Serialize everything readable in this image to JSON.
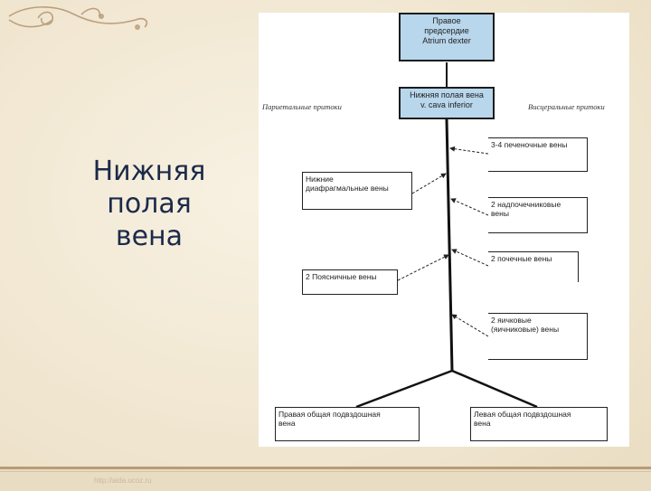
{
  "slide": {
    "title_lines": [
      "Нижняя",
      "полая",
      "вена"
    ],
    "footer_url": "http://aida.ucoz.ru"
  },
  "colors": {
    "background": "#f4ecda",
    "title": "#1b2a4a",
    "node_highlight": "#b8d6ec",
    "bottom_band": "#b89c78"
  },
  "diagram": {
    "top_node": "Правое предсердие Atrium dexter",
    "top_node_lines": [
      "Правое",
      "предсердие",
      "Atrium dexter"
    ],
    "ivc_node_lines": [
      "Нижняя полая вена",
      "v. cava inferior"
    ],
    "left_group_label": "Париетальные притоки",
    "right_group_label": "Висцеральные притоки",
    "left_nodes": [
      {
        "lines": [
          "Нижние",
          "диафрагмальные вены"
        ]
      },
      {
        "lines": [
          "2 Поясничные вены"
        ]
      }
    ],
    "right_nodes": [
      {
        "lines": [
          "3-4 печеночные вены"
        ]
      },
      {
        "lines": [
          "2 надпочечниковые",
          "вены"
        ]
      },
      {
        "lines": [
          "2 почечные вены"
        ]
      },
      {
        "lines": [
          "2 яичковые",
          "(яичниковые) вены"
        ]
      }
    ],
    "bottom_nodes": [
      {
        "lines": [
          "Правая общая подвздошная",
          "вена"
        ]
      },
      {
        "lines": [
          "Левая общая подвздошная",
          "вена"
        ]
      }
    ]
  }
}
